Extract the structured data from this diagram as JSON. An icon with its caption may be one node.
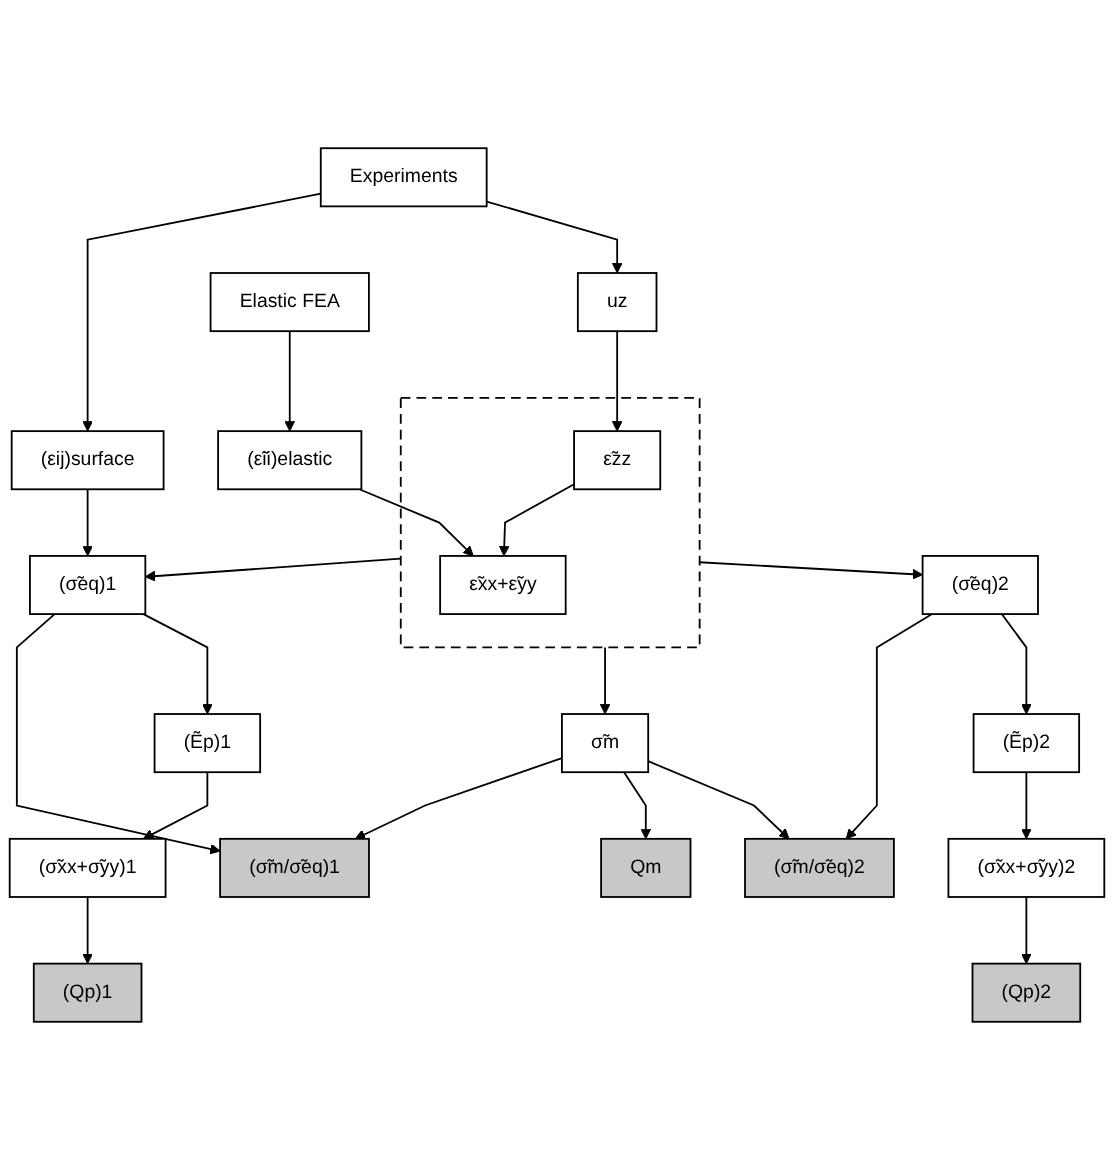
{
  "diagram": {
    "nodes": [
      {
        "text": [
          "Experiments"
        ]
      },
      {
        "text": [
          "Elastic FEA"
        ]
      },
      {
        "text": [
          "(εij)surface"
        ]
      },
      {
        "text": [
          "uz"
        ]
      },
      {
        "text": [
          "(ε̃ii)elastic"
        ]
      },
      {
        "text": [],
        "shape": "box"
      },
      {
        "text": [
          "ε̃zz"
        ],
        "in": 5
      },
      {
        "text": [
          "ε̃xx+ε̃yy"
        ],
        "in": 5
      },
      {
        "text": [
          "(σ̃eq)1"
        ]
      },
      {
        "text": [
          "σ̃m"
        ]
      },
      {
        "text": [
          "(σ̃eq)2"
        ]
      },
      {
        "text": [
          "(Ẽp)1"
        ]
      },
      {
        "text": [
          "(Ẽp)2"
        ]
      },
      {
        "text": [
          "(σ̃xx+σ̃yy)1"
        ]
      },
      {
        "text": [
          "(σ̃xx+σ̃yy)2"
        ]
      },
      {
        "text": [
          "(Qp)1"
        ]
      },
      {
        "text": [
          "(σ̃m/σ̃eq)1"
        ]
      },
      {
        "text": [
          "Qm"
        ]
      },
      {
        "text": [
          "(σ̃m/σ̃eq)2"
        ]
      },
      {
        "text": [
          "(Qp)2"
        ]
      }
    ],
    "edges": [
      {
        "from": 0,
        "to": 2,
        "arrow": "to"
      },
      {
        "from": 0,
        "to": 3,
        "arrow": "to"
      },
      {
        "from": 1,
        "to": 4,
        "arrow": "to"
      },
      {
        "from": 3,
        "to": 6,
        "arrow": "to"
      },
      {
        "from": 6,
        "to": 7,
        "arrow": "to"
      },
      {
        "from": 4,
        "to": 7,
        "arrow": "to"
      },
      {
        "from": 2,
        "to": 8,
        "arrow": "to"
      },
      {
        "from": 5,
        "to": 8,
        "arrow": "to"
      },
      {
        "from": 5,
        "to": 9,
        "arrow": "to"
      },
      {
        "from": 5,
        "to": 10,
        "arrow": "to"
      },
      {
        "from": 8,
        "to": 16,
        "arrow": "to"
      },
      {
        "from": 9,
        "to": 16,
        "arrow": "to"
      },
      {
        "from": 9,
        "to": 17,
        "arrow": "to"
      },
      {
        "from": 9,
        "to": 18,
        "arrow": "to"
      },
      {
        "from": 10,
        "to": 18,
        "arrow": "to"
      },
      {
        "from": 8,
        "to": 11,
        "arrow": "to"
      },
      {
        "from": 11,
        "to": 13,
        "arrow": "to"
      },
      {
        "from": 13,
        "to": 15,
        "arrow": "to"
      },
      {
        "from": 10,
        "to": 12,
        "arrow": "to"
      },
      {
        "from": 12,
        "to": 14,
        "arrow": "to"
      },
      {
        "from": 14,
        "to": 19,
        "arrow": "to"
      }
    ]
  }
}
